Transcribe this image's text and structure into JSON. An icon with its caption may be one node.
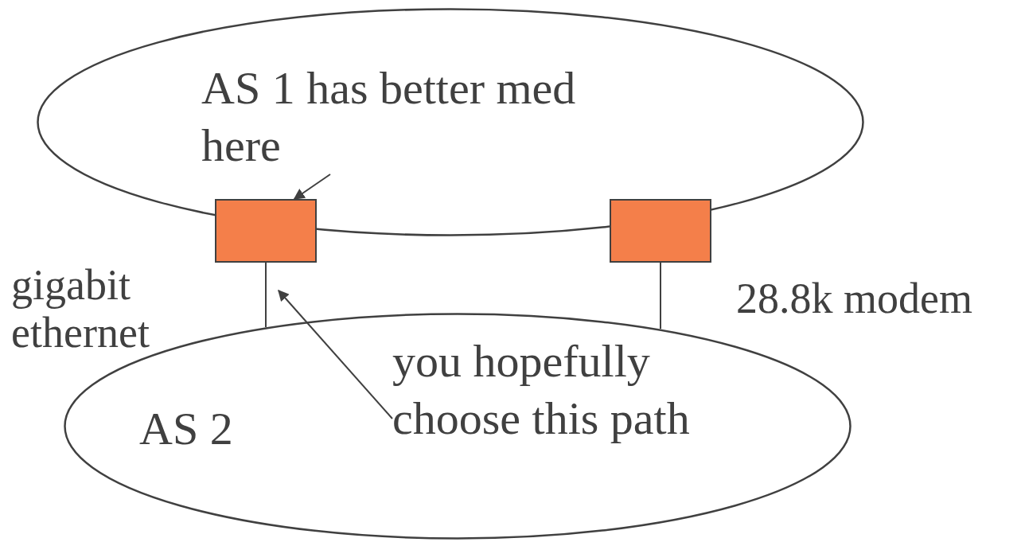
{
  "diagram": {
    "nodes": [
      {
        "text": [],
        "shape": "ellipse"
      },
      {
        "text": [
          "AS 1 has better med here"
        ],
        "in": 0
      },
      {
        "text": [],
        "shape": "box"
      },
      {
        "text": [],
        "shape": "box"
      },
      {
        "text": [
          "AS 2"
        ]
      },
      {
        "text": [
          "you hopefully choose this path"
        ],
        "in": 4
      }
    ],
    "edges": [
      {
        "from": 1,
        "to": 2,
        "arrow": "to"
      },
      {
        "from": 2,
        "to": 4,
        "arrow": "none"
      },
      {
        "from": 3,
        "to": 4,
        "arrow": "none"
      },
      {
        "from": 5,
        "to": null,
        "arrow": "to"
      }
    ],
    "labels": [
      "gigabit ethernet",
      "28.8k modem"
    ]
  }
}
